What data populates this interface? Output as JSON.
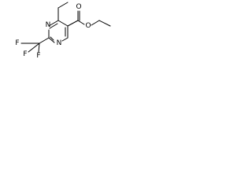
{
  "structure": {
    "atoms": {
      "ring_n_upper": "N",
      "ring_n_lower": "N",
      "carbonyl_o": "O",
      "ester_o": "O",
      "fluorine_left": "F",
      "fluorine_bottom": "F",
      "fluorine_lower_left": "F"
    },
    "colors": {
      "bond": "#000000",
      "label": "#000000",
      "background": "#ffffff"
    }
  }
}
